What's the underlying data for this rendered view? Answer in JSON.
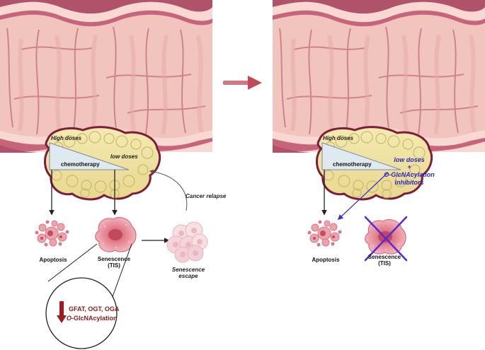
{
  "left_panel": {
    "triangle": {
      "high": "High doses",
      "low": "low doses",
      "drug": "chemotherapy"
    },
    "relapse": "Cancer relapse",
    "apoptosis": "Apoptosis",
    "senescence_line1": "Senescence",
    "senescence_line2": "(TIS)",
    "escape_line1": "Senescence",
    "escape_line2": "escape",
    "zoom": {
      "line1": "GFAT, OGT, OGA",
      "line2_prefix": "O-",
      "line2_rest": "GlcNAcylation"
    }
  },
  "right_panel": {
    "triangle": {
      "high": "High doses",
      "drug": "chemotherapy"
    },
    "combo_line1": "low doses",
    "combo_line2": "+",
    "combo_line3": "O-GlcNAcylation",
    "combo_line4": "inhibitors",
    "apoptosis": "Apoptosis",
    "senescence_line1": "Senescence",
    "senescence_line2": "(TIS)"
  },
  "colors": {
    "gut_wall": "#f2c3bd",
    "gut_outer": "#b4556a",
    "tumor": "#efe3a2",
    "tumor_border": "#7f1f3c",
    "transition_arrow": "#c24a58",
    "down_arrow": "#9e1b20",
    "zoom_text": "#8b1a1a",
    "inhibitor_text": "#2c25c9",
    "cross": "#5a2bd2",
    "cell": "#e48b96"
  }
}
